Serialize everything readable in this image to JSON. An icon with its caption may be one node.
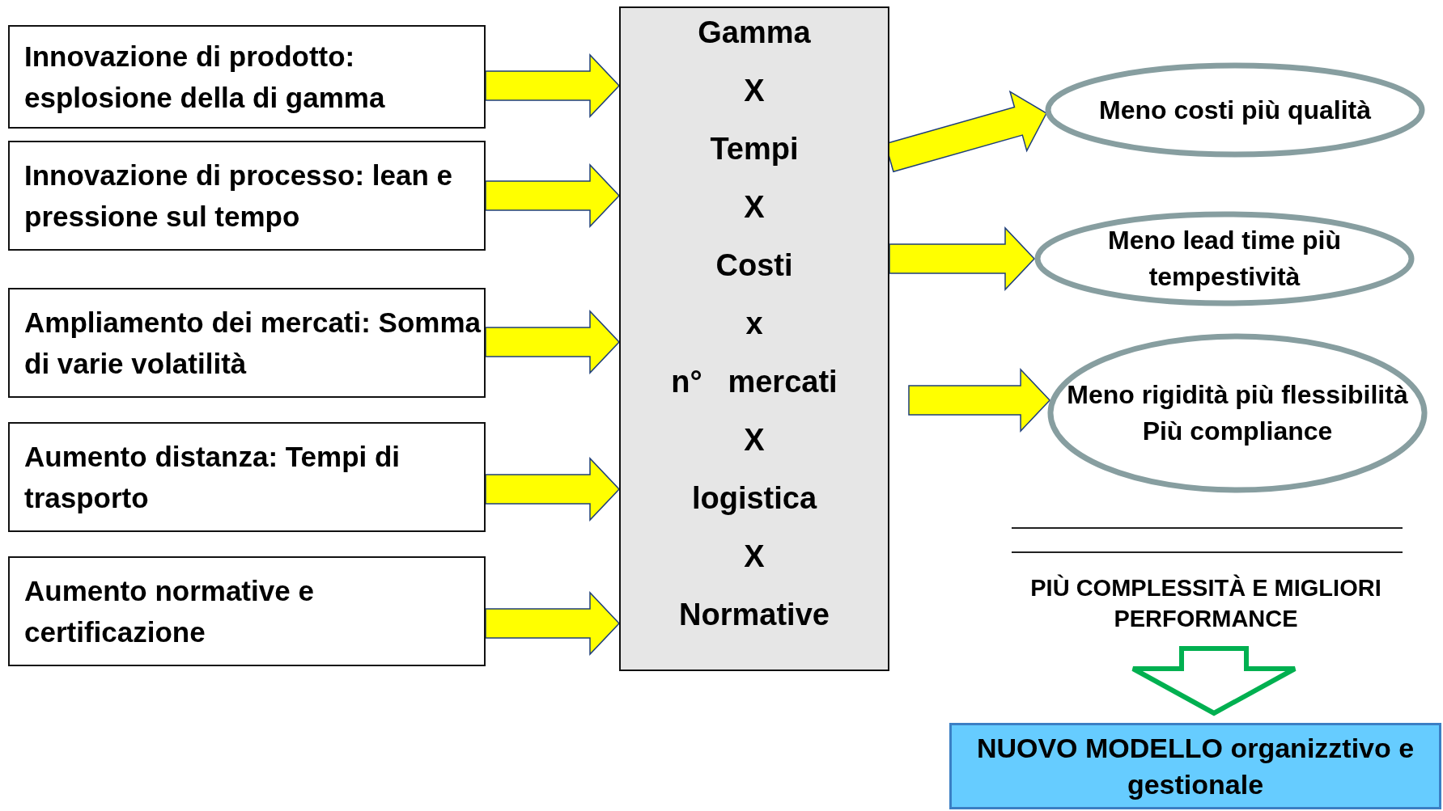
{
  "diagram": {
    "nodes": [
      {
        "text": [
          "Innovazione di prodotto: esplosione della di gamma"
        ]
      },
      {
        "text": [
          "Innovazione di processo: lean e pressione sul tempo"
        ]
      },
      {
        "text": [
          "Ampliamento dei mercati: Somma di varie volatilità"
        ]
      },
      {
        "text": [
          "Aumento distanza: Tempi di trasporto"
        ]
      },
      {
        "text": [
          "Aumento normative e certificazione"
        ]
      },
      {
        "text": [
          "Gamma",
          "X",
          "Tempi",
          "X",
          "Costi",
          "x",
          "n°   mercati",
          "X",
          "logistica",
          "X",
          "Normative"
        ]
      },
      {
        "text": [
          "Meno costi più qualità"
        ]
      },
      {
        "text": [
          "Meno lead time più tempestività"
        ]
      },
      {
        "text": [
          "Meno rigidità più flessibilità Più compliance"
        ]
      },
      {
        "text": [
          "PIÙ COMPLESSITÀ E MIGLIORI PERFORMANCE"
        ]
      },
      {
        "text": [
          "NUOVO MODELLO organizztivo e gestionale"
        ]
      }
    ],
    "edges": [
      {
        "from": 0,
        "to": 5,
        "arrow": "to"
      },
      {
        "from": 1,
        "to": 5,
        "arrow": "to"
      },
      {
        "from": 2,
        "to": 5,
        "arrow": "to"
      },
      {
        "from": 3,
        "to": 5,
        "arrow": "to"
      },
      {
        "from": 4,
        "to": 5,
        "arrow": "to"
      },
      {
        "from": 5,
        "to": 6,
        "arrow": "to"
      },
      {
        "from": 5,
        "to": 7,
        "arrow": "to"
      },
      {
        "from": 5,
        "to": 8,
        "arrow": "to"
      },
      {
        "from": 9,
        "to": 10,
        "arrow": "to",
        "color": "#00b050"
      }
    ]
  }
}
